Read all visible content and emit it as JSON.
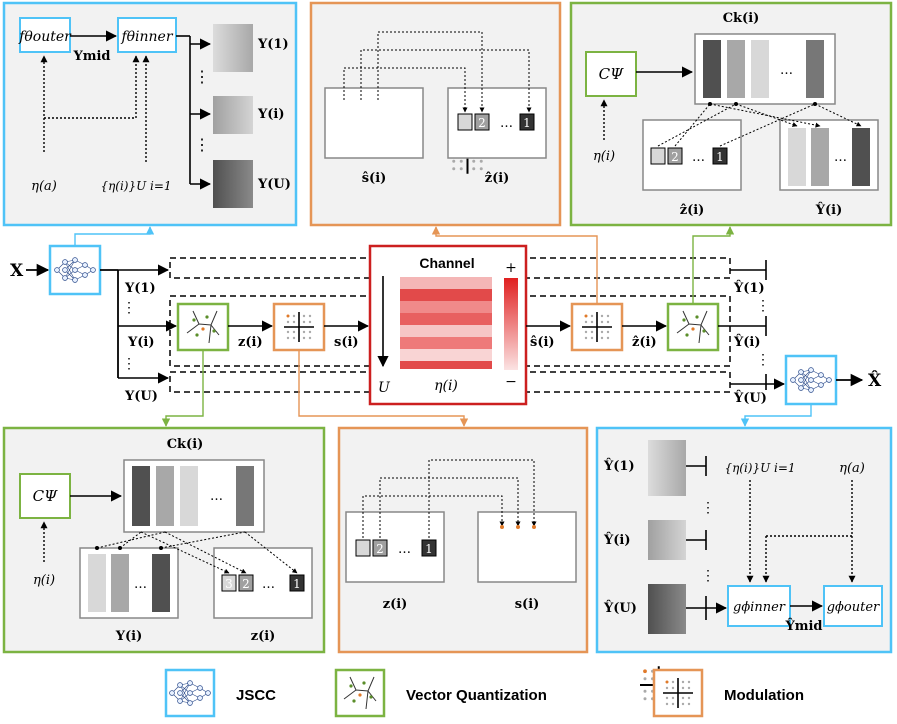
{
  "input": {
    "x": "X",
    "x_hat": "X̂"
  },
  "channel": {
    "title": "Channel",
    "plus": "+",
    "minus": "−",
    "users_axis": "U",
    "noise": "η(i)"
  },
  "streams": {
    "y1": "Y(1)",
    "yi": "Y(i)",
    "yU": "Y(U)",
    "y1_hat": "Ŷ(1)",
    "yi_hat": "Ŷ(i)",
    "yU_hat": "Ŷ(U)",
    "z": "z(i)",
    "s": "s(i)",
    "s_hat": "ŝ(i)",
    "z_hat": "ẑ(i)",
    "vdots": "⋮"
  },
  "panel_encoder": {
    "f_outer": "fθouter",
    "f_inner": "fθinner",
    "y_mid": "Ymid",
    "eta_a": "η(a)",
    "eta_set": "{η(i)}U i=1",
    "y1": "Y(1)",
    "yi": "Y(i)",
    "yU": "Y(U)",
    "vdots": "⋮"
  },
  "panel_demod": {
    "s_hat": "ŝ(i)",
    "z_hat": "ẑ(i)",
    "idx_a": "2",
    "idx_b": "1",
    "dots": "…"
  },
  "panel_dequant": {
    "codebook": "Ck(i)",
    "c_psi": "CΨ",
    "eta": "η(i)",
    "z_hat": "ẑ(i)",
    "y_hat": "Ŷ(i)",
    "idx_a": "2",
    "idx_b": "1",
    "dots": "…"
  },
  "panel_quant": {
    "codebook": "Ck(i)",
    "c_psi": "CΨ",
    "eta": "η(i)",
    "y": "Y(i)",
    "z": "z(i)",
    "idx_a": "3",
    "idx_b": "2",
    "idx_c": "1",
    "dots": "…"
  },
  "panel_mod": {
    "z": "z(i)",
    "s": "s(i)",
    "idx_a": "2",
    "idx_b": "1",
    "dots": "…"
  },
  "panel_decoder": {
    "y1_hat": "Ŷ(1)",
    "yi_hat": "Ŷ(i)",
    "yU_hat": "Ŷ(U)",
    "eta_set": "{η(i)}U i=1",
    "eta_a": "η(a)",
    "g_inner": "gϕinner",
    "g_outer": "gϕouter",
    "y_mid": "Ŷmid",
    "vdots": "⋮"
  },
  "legend": {
    "jscc": "JSCC",
    "vq": "Vector Quantization",
    "mod": "Modulation"
  },
  "colors": {
    "jscc": "#4fc3f7",
    "vq": "#7cb342",
    "mod": "#e59556",
    "channel": "#cc1f1f",
    "panel_bg": "#f2f2f2",
    "noise_bar": "#e24a4a"
  }
}
